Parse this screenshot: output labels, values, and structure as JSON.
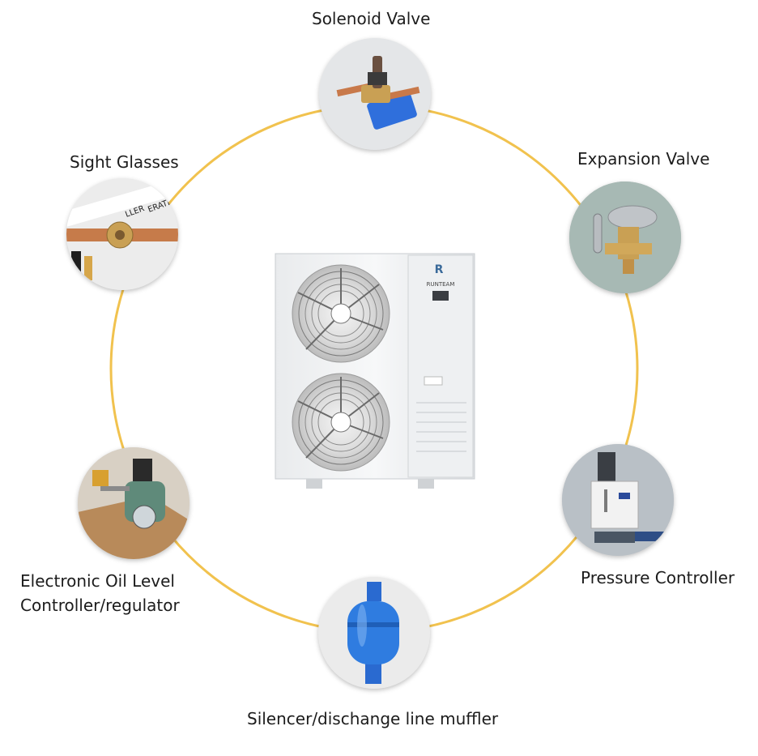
{
  "components": {
    "solenoid_valve": {
      "label": "Solenoid Valve",
      "icon": "solenoid-valve-photo"
    },
    "expansion_valve": {
      "label": "Expansion Valve",
      "icon": "expansion-valve-photo"
    },
    "sight_glasses": {
      "label": "Sight Glasses",
      "icon": "sight-glass-photo"
    },
    "pressure_controller": {
      "label": "Pressure Controller",
      "icon": "pressure-controller-photo"
    },
    "oil_level_controller": {
      "label_line1": "Electronic Oil Level",
      "label_line2": "Controller/regulator",
      "icon": "oil-level-controller-photo"
    },
    "silencer": {
      "label": "Silencer/dischange line muffler",
      "icon": "muffler-photo"
    }
  },
  "unit": {
    "brand": "RUNTEAM",
    "icon": "condensing-unit-photo"
  },
  "colors": {
    "ring": "#f1c24e",
    "label": "#1c1c1c"
  }
}
